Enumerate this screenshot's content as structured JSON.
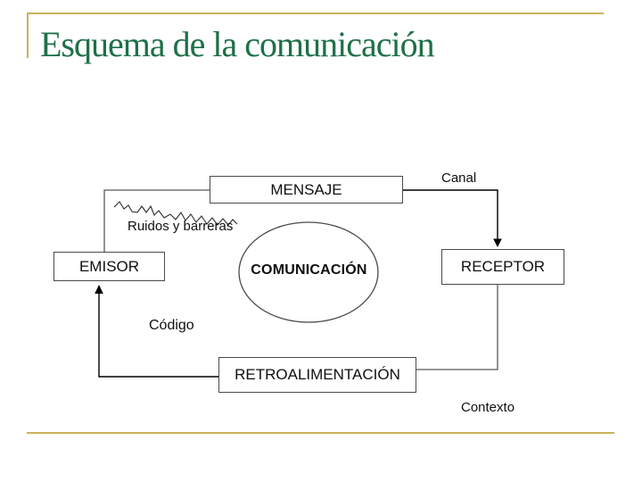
{
  "slide": {
    "title": "Esquema de la comunicación",
    "colors": {
      "title_green": "#1E7048",
      "accent_gold": "#C9B45A",
      "diagram_line": "#595959",
      "arrow_black": "#000000",
      "box_border": "#4a4a4a",
      "background": "#FFFFFF"
    }
  },
  "diagram": {
    "boxes": {
      "mensaje": "MENSAJE",
      "emisor": "EMISOR",
      "receptor": "RECEPTOR",
      "retroalimentacion": "RETROALIMENTACIÓN"
    },
    "ellipse": "COMUNICACIÓN",
    "labels": {
      "canal": "Canal",
      "ruidos": "Ruidos y barreras",
      "codigo": "Código",
      "contexto": "Contexto"
    }
  }
}
